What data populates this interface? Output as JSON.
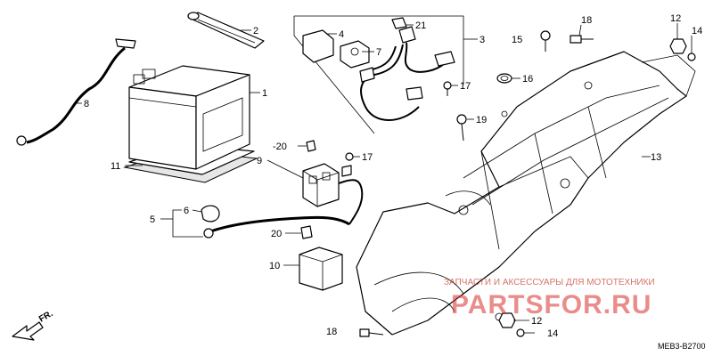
{
  "callouts": {
    "n1": "1",
    "n2": "2",
    "n3": "3",
    "n4": "4",
    "n5": "5",
    "n6": "6",
    "n7": "7",
    "n8": "8",
    "n9": "9",
    "n10": "10",
    "n11": "11",
    "n12a": "12",
    "n12b": "12",
    "n13": "13",
    "n14a": "14",
    "n14b": "14",
    "n15": "15",
    "n16": "16",
    "n17a": "17",
    "n17b": "17",
    "n18a": "18",
    "n18b": "18",
    "n19": "19",
    "n20a": "-20",
    "n20b": "20",
    "n21": "21"
  },
  "direction_label": "FR.",
  "diagram_code": "MEB3-B2700",
  "watermark": {
    "line1": "ЗАПЧАСТИ И АКСЕССУАРЫ ДЛЯ МОТОТЕХНИКИ",
    "line2": "PARTSFOR.RU"
  }
}
